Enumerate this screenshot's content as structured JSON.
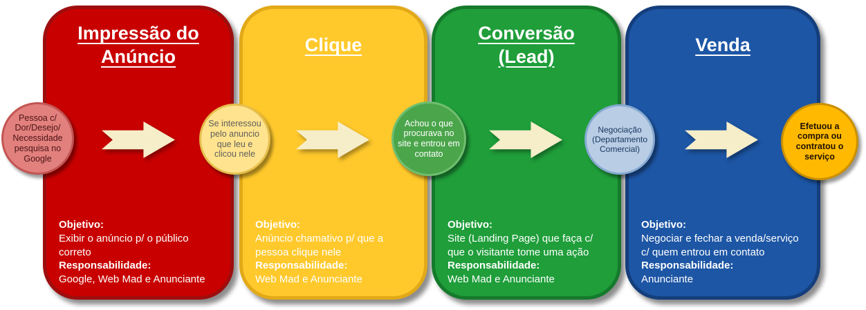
{
  "labels": {
    "objetivo": "Objetivo:",
    "responsabilidade": "Responsabilidade:"
  },
  "stages": [
    {
      "title": "Impressão do Anúncio",
      "objetivo": "Exibir o anúncio p/ o público correto",
      "responsabilidade": "Google, Web Mad e Anunciante",
      "color": "#C80000"
    },
    {
      "title": "Clique",
      "objetivo": "Anúncio chamativo p/ que a pessoa clique nele",
      "responsabilidade": "Web Mad e Anunciante",
      "color": "#FFC92C"
    },
    {
      "title": "Conversão (Lead)",
      "objetivo": "Site (Landing Page) que faça c/ que o visitante tome uma ação",
      "responsabilidade": "Web Mad e Anunciante",
      "color": "#1F9E3A"
    },
    {
      "title": "Venda",
      "objetivo": "Negociar e fechar a venda/serviço c/ quem entrou em contato",
      "responsabilidade": "Anunciante",
      "color": "#1D56A5"
    }
  ],
  "steps": [
    {
      "text": "Pessoa c/ Dor/Desejo/ Necessidade pesquisa no Google",
      "fill": "#E2807E",
      "border": "#C25553"
    },
    {
      "text": "Se interessou pelo anuncio que leu e clicou nele",
      "fill": "#FFE38E",
      "border": "#E6BE4C"
    },
    {
      "text": "Achou o que procurava no site e entrou em contato",
      "fill": "#4BA54B",
      "border": "#6FBF6F"
    },
    {
      "text": "Negociação (Departamento Comercial)",
      "fill": "#B9CDE5",
      "border": "#86AAD1"
    },
    {
      "text": "Efetuou a compra ou contratou o serviço",
      "fill": "#FFB900",
      "border": "#C98F00"
    }
  ],
  "arrow_color": "#F6EDC9"
}
